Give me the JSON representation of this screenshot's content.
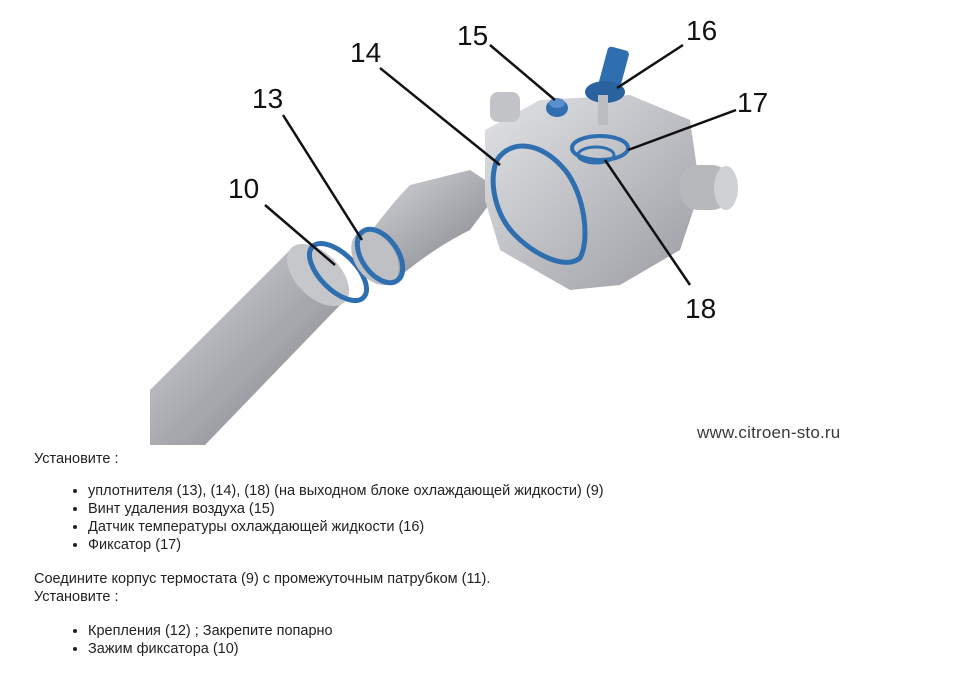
{
  "diagram": {
    "callouts": [
      "10",
      "13",
      "14",
      "15",
      "16",
      "17",
      "18"
    ],
    "watermark": "www.citroen-sto.ru",
    "colors": {
      "part_gray": "#b4b6ba",
      "seal_blue": "#2f6fb0"
    }
  },
  "instructions": {
    "intro": "Установите :",
    "items1": [
      "уплотнителя (13), (14), (18) (на выходном блоке охлаждающей жидкости) (9)",
      "Винт удаления воздуха (15)",
      "Датчик температуры охлаждающей жидкости (16)",
      "Фиксатор (17)"
    ],
    "para2_line1": "Соедините корпус термостата (9) с промежуточным патрубком (11).",
    "para2_line2": "Установите :",
    "items2": [
      "Крепления (12) ; Закрепите попарно",
      "Зажим фиксатора (10)"
    ]
  }
}
